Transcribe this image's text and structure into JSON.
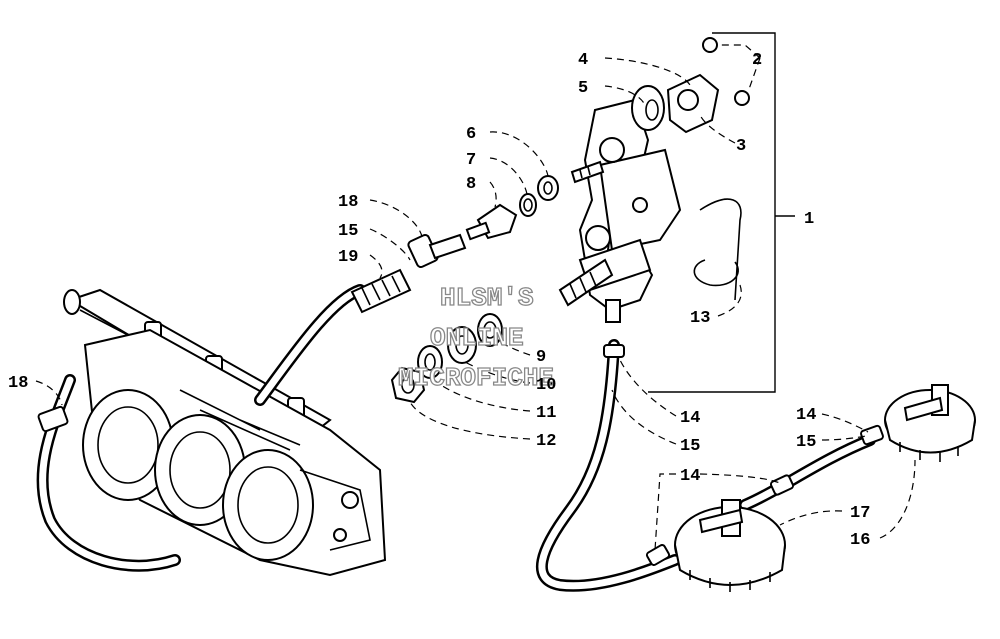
{
  "watermark": [
    "HLSM'S",
    "ONLINE",
    "MICROFICHE"
  ],
  "callouts": [
    {
      "id": "c-2a",
      "label": "2"
    },
    {
      "id": "c-4",
      "label": "4"
    },
    {
      "id": "c-5",
      "label": "5"
    },
    {
      "id": "c-3",
      "label": "3"
    },
    {
      "id": "c-6",
      "label": "6"
    },
    {
      "id": "c-7",
      "label": "7"
    },
    {
      "id": "c-8",
      "label": "8"
    },
    {
      "id": "c-1",
      "label": "1"
    },
    {
      "id": "c-18a",
      "label": "18"
    },
    {
      "id": "c-15a",
      "label": "15"
    },
    {
      "id": "c-19",
      "label": "19"
    },
    {
      "id": "c-13",
      "label": "13"
    },
    {
      "id": "c-9",
      "label": "9"
    },
    {
      "id": "c-10",
      "label": "10"
    },
    {
      "id": "c-11",
      "label": "11"
    },
    {
      "id": "c-12",
      "label": "12"
    },
    {
      "id": "c-18b",
      "label": "18"
    },
    {
      "id": "c-14a",
      "label": "14"
    },
    {
      "id": "c-15b",
      "label": "15"
    },
    {
      "id": "c-14b",
      "label": "14"
    },
    {
      "id": "c-15c",
      "label": "15"
    },
    {
      "id": "c-14c",
      "label": "14"
    },
    {
      "id": "c-17",
      "label": "17"
    },
    {
      "id": "c-16",
      "label": "16"
    }
  ]
}
